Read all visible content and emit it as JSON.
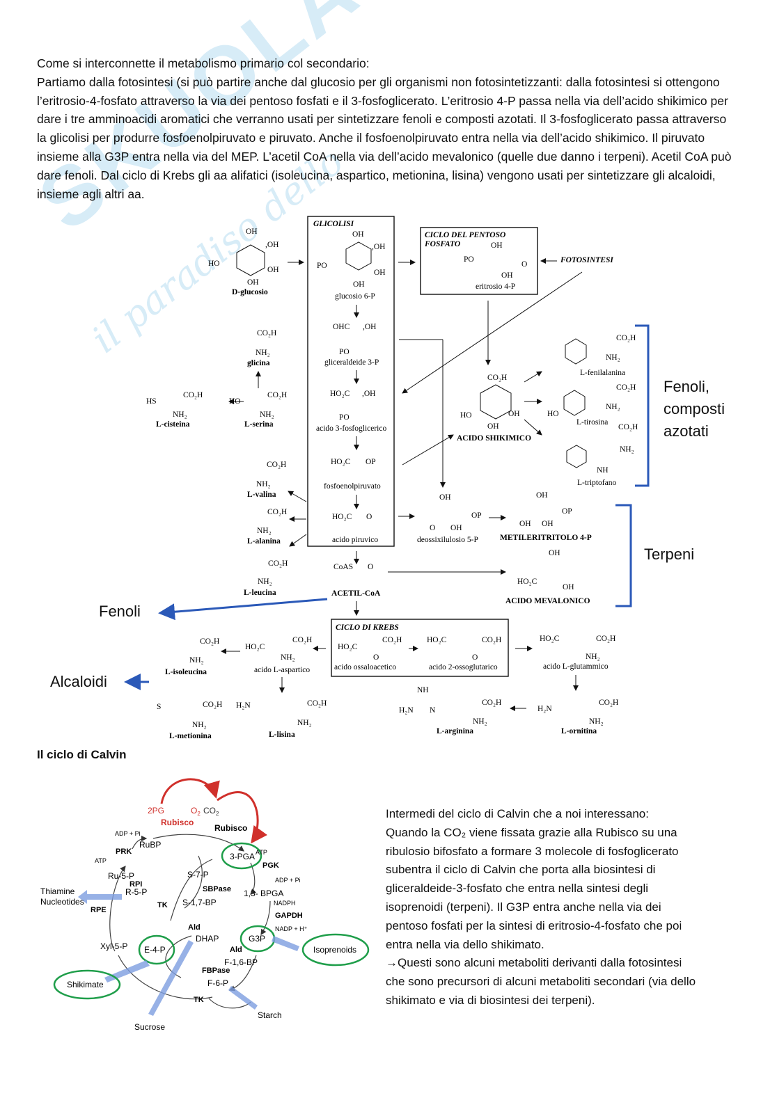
{
  "intro": {
    "line1": "Come si interconnette il metabolismo primario col secondario:",
    "paragraph": "Partiamo dalla fotosintesi (si può partire anche dal glucosio per gli organismi non fotosintetizzanti: dalla fotosintesi si ottengono l’eritrosio-4-fosfato attraverso la via dei pentoso fosfati e il 3-fosfoglicerato. L’eritrosio 4-P passa nella via dell’acido shikimico per dare i tre amminoacidi aromatici che verranno usati per sintetizzare fenoli e composti azotati. Il 3-fosfoglicerato passa attraverso la glicolisi per produrre fosfoenolpiruvato e piruvato. Anche il fosfoenolpiruvato entra nella via dell’acido shikimico. Il piruvato insieme alla G3P entra nella via del MEP. L’acetil CoA nella via dell’acido mevalonico (quelle due danno i terpeni). Acetil CoA può dare fenoli. Dal ciclo di Krebs gli aa alifatici (isoleucina, aspartico, metionina, lisina) vengono usati per sintetizzare gli alcaloidi, insieme agli altri aa."
  },
  "watermark": {
    "big": "SKUOLA",
    "small": "il paradiso dello"
  },
  "diagram": {
    "glicolisi": "GLICOLISI",
    "pentoso": [
      "CICLO DEL PENTOSO",
      "FOSFATO"
    ],
    "fotosintesi": "FOTOSINTESI",
    "krebs": "CICLO DI KREBS",
    "labels": {
      "d_glucosio": "D-glucosio",
      "glucosio6p": "glucosio 6-P",
      "gliceraldeide": "gliceraldeide 3-P",
      "acido3fosfo": "acido 3-fosfoglicerico",
      "fosfoenol": "fosfoenolpiruvato",
      "piruvico": "acido piruvico",
      "acetilcoa": "ACETIL-CoA",
      "eritrosio": "eritrosio 4-P",
      "shikimico": "ACIDO SHIKIMICO",
      "deossi": "deossixilulosio 5-P",
      "metil": "METILERITRITOLO 4-P",
      "mevalonico": "ACIDO MEVALONICO",
      "glicina": "glicina",
      "serina": "L-serina",
      "cisteina": "L-cisteina",
      "valina": "L-valina",
      "alanina": "L-alanina",
      "leucina": "L-leucina",
      "fenilalanina": "L-fenilalanina",
      "tirosina": "L-tirosina",
      "triptofano": "L-triptofano",
      "ossaloacetico": "acido ossaloacetico",
      "ossoglutarico": "acido 2-ossoglutarico",
      "glutammico": "acido L-glutammico",
      "aspartico": "acido L-aspartico",
      "isoleucina": "L-isoleucina",
      "metionina": "L-metionina",
      "lisina": "L-lisina",
      "arginina": "L-arginina",
      "ornitina": "L-ornitina"
    },
    "side": {
      "fenoli_composti": [
        "Fenoli,",
        "composti",
        "azotati"
      ],
      "terpeni": "Terpeni",
      "fenoli": "Fenoli",
      "alcaloidi": "Alcaloidi"
    }
  },
  "calvin": {
    "title": "Il ciclo di Calvin",
    "text": [
      "Intermedi del ciclo di Calvin che a noi interessano:",
      "Quando la CO₂ viene fissata grazie alla Rubisco su una",
      "ribulosio bifosfato a formare 3 molecole di fosfoglicerato",
      "subentra il ciclo di Calvin che porta alla biosintesi di",
      "gliceraldeide-3-fosfato che entra nella sintesi degli",
      "isoprenoidi (terpeni). Il G3P entra anche nella via dei",
      "pentoso fosfati per la sintesi di eritrosio-4-fosfato che poi",
      "entra nella via dello shikimato.",
      "→Questi sono alcuni metaboliti derivanti dalla fotosintesi",
      "che sono precursori di alcuni metaboliti secondari (via dello",
      "shikimato e via di biosintesi dei terpeni)."
    ],
    "fig": {
      "pg2": "2PG",
      "o2": "O",
      "o2sub": "2",
      "co2": "CO",
      "co2sub": "2",
      "rubisco_red": "Rubisco",
      "rubisco": "Rubisco",
      "adp_pi": "ADP + Pi",
      "ruBP": "RuBP",
      "prk": "PRK",
      "atp": "ATP",
      "ru5p": "Ru-5-P",
      "rpi": "RPI",
      "r5p": "R-5-P",
      "thiamine": "Thiamine",
      "nucleotides": "Nucleotides",
      "rpe": "RPE",
      "tk": "TK",
      "xyl5p": "Xyl-5-P",
      "e4p": "E-4-P",
      "shikimate": "Shikimate",
      "s7p": "S-7-P",
      "sbpase": "SBPase",
      "s17bp": "S-1,7-BP",
      "pga": "3-PGA",
      "atp2": "ATP",
      "pgk": "PGK",
      "adp_pi2": "ADP + Pi",
      "bpga": "1,3- BPGA",
      "nadph": "NADPH",
      "gapdh": "GAPDH",
      "nadp": "NADP + H⁺",
      "ald": "Ald",
      "dhap": "DHAP",
      "g3p": "G3P",
      "isoprenoids": "Isoprenoids",
      "ald2": "Ald",
      "f16bp": "F-1,6-BP",
      "fbpase": "FBPase",
      "f6p": "F-6-P",
      "tk2": "TK",
      "sucrose": "Sucrose",
      "starch": "Starch"
    }
  }
}
